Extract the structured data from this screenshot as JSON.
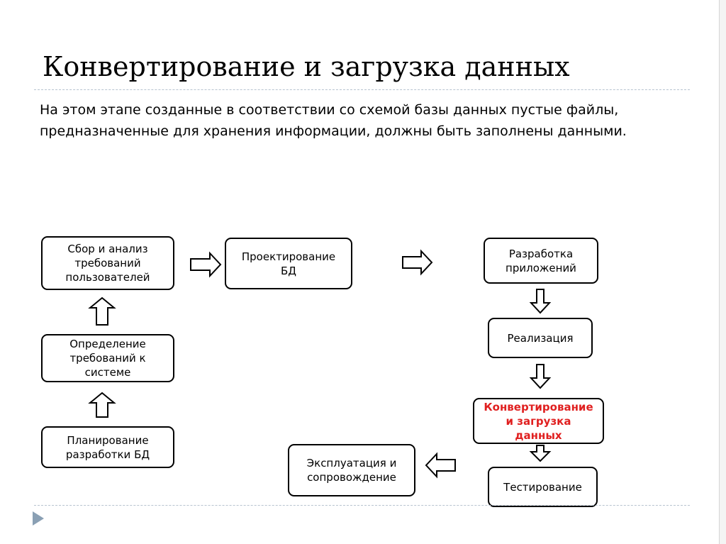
{
  "title": "Конвертирование и загрузка данных",
  "intro": "На этом этапе созданные в соответствии со схемой базы данных пустые файлы, предназначенные для хранения информации, должны быть заполнены данными.",
  "diagram": {
    "nodes": {
      "sbor": "Сбор и анализ\nтребований\nпользователей",
      "proekt": "Проектирование\nБД",
      "razrab": "Разработка\nприложений",
      "opred": "Определение\nтребований к\nсистеме",
      "realiz": "Реализация",
      "konv": "Конвертирование\nи загрузка\nданных",
      "plan": "Планирование\nразработки БД",
      "ekspl": "Эксплуатация и\nсопровождение",
      "test": "Тестирование"
    },
    "colors": {
      "highlight": "#e02020",
      "stroke": "#000000"
    }
  },
  "nav": {
    "icon": "triangle-right-icon"
  }
}
